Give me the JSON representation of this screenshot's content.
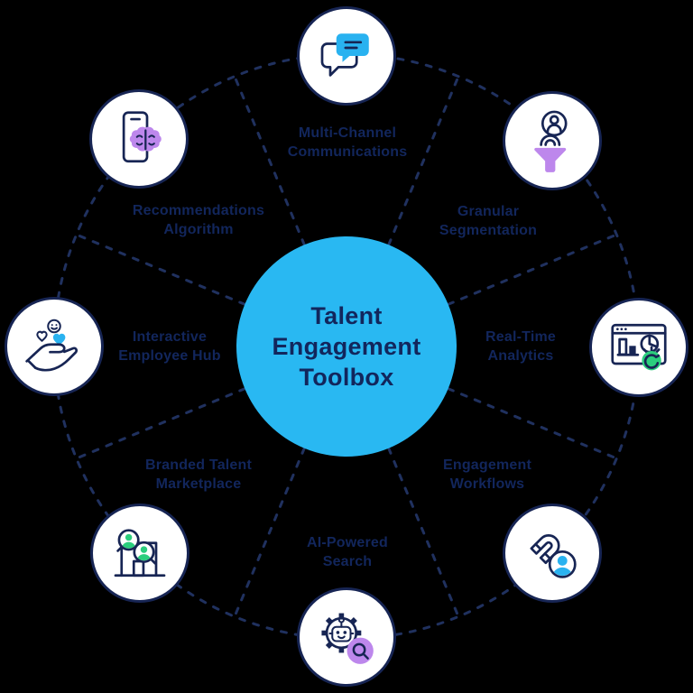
{
  "diagram": {
    "type": "hub-spoke-diagram",
    "hub": {
      "title": "Talent Engagement Toolbox",
      "title_lines": [
        "Talent",
        "Engagement",
        "Toolbox"
      ]
    },
    "nodes": [
      {
        "id": "multi-channel-communications",
        "position": "top",
        "label": "Multi-Channel Communications",
        "label_lines": [
          "Multi-Channel",
          "Communications"
        ],
        "icon": "chat-bubbles-icon"
      },
      {
        "id": "granular-segmentation",
        "position": "top-right",
        "label": "Granular Segmentation",
        "label_lines": [
          "Granular",
          "Segmentation"
        ],
        "icon": "person-funnel-icon"
      },
      {
        "id": "real-time-analytics",
        "position": "right",
        "label": "Real-Time Analytics",
        "label_lines": [
          "Real-Time",
          "Analytics"
        ],
        "icon": "dashboard-stopwatch-icon"
      },
      {
        "id": "engagement-workflows",
        "position": "bottom-right",
        "label": "Engagement Workflows",
        "label_lines": [
          "Engagement",
          "Workflows"
        ],
        "icon": "magnet-person-icon"
      },
      {
        "id": "ai-powered-search",
        "position": "bottom",
        "label": "AI-Powered Search",
        "label_lines": [
          "AI-Powered",
          "Search"
        ],
        "icon": "robot-gear-search-icon"
      },
      {
        "id": "branded-talent-marketplace",
        "position": "bottom-left",
        "label": "Branded Talent Marketplace",
        "label_lines": [
          "Branded Talent",
          "Marketplace"
        ],
        "icon": "storefront-people-search-icon"
      },
      {
        "id": "interactive-employee-hub",
        "position": "left",
        "label": "Interactive Employee Hub",
        "label_lines": [
          "Interactive",
          "Employee Hub"
        ],
        "icon": "hand-hearts-icon"
      },
      {
        "id": "recommendations-algorithm",
        "position": "top-left",
        "label": "Recommendations Algorithm",
        "label_lines": [
          "Recommendations",
          "Algorithm"
        ],
        "icon": "phone-brain-icon"
      }
    ],
    "palette": {
      "background": "#000000",
      "hub_fill": "#29B8F2",
      "node_fill": "#FFFFFF",
      "stroke_navy": "#172554",
      "text_navy": "#12265C",
      "accent_blue": "#29B2F0",
      "accent_purple": "#BD87EC",
      "accent_green": "#2BCE7D",
      "connector": "#20315F"
    }
  }
}
